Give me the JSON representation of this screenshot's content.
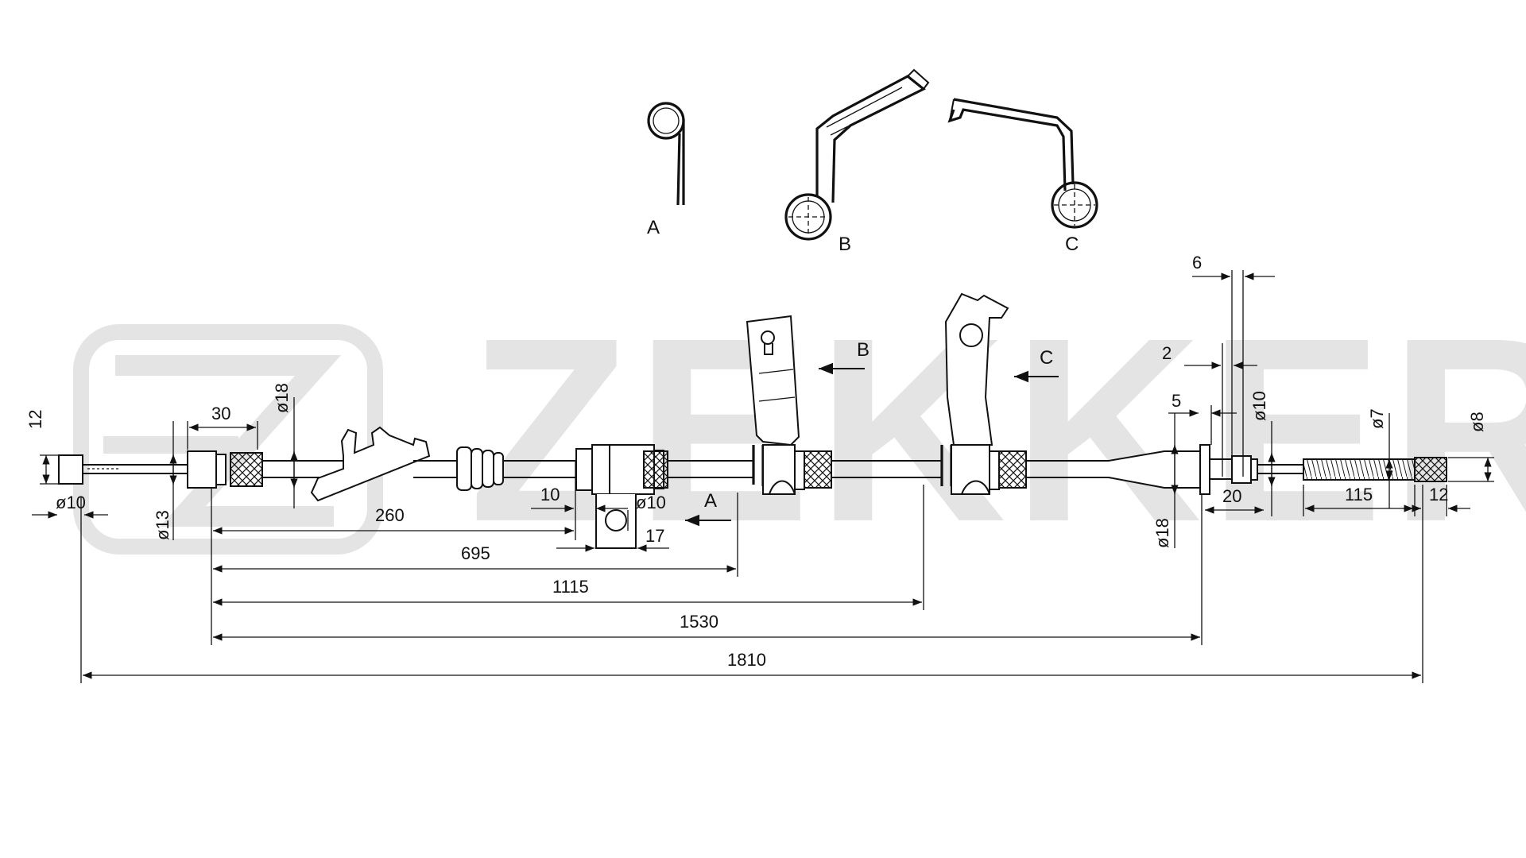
{
  "watermark": {
    "brand": "ZEKKERT"
  },
  "detail_labels": {
    "a": "A",
    "b": "B",
    "c": "C"
  },
  "view_arrows": {
    "a": "A",
    "b": "B",
    "c": "C"
  },
  "dimensions": {
    "left_end_height": "12",
    "left_end_dia": "ø10",
    "sleeve_len": "30",
    "sleeve_dia": "ø18",
    "collar_dia": "ø13",
    "bracket_offset": "260",
    "bracket_width": "10",
    "bracket_hole_dia": "ø10",
    "bracket_hole_offset": "17",
    "clip_a_pos": "695",
    "clip_b_pos": "1115",
    "end_fitting_pos": "1530",
    "total_length": "1810",
    "right_gap_6": "6",
    "right_gap_2": "2",
    "right_len_5": "5",
    "right_dia_10": "ø10",
    "right_dia_18": "ø18",
    "right_len_20": "20",
    "spring_dia": "ø7",
    "spring_len": "115",
    "tip_dia": "ø8",
    "tip_len": "12"
  },
  "colors": {
    "line": "#111111",
    "watermark": "#e4e4e4",
    "background": "#ffffff"
  }
}
